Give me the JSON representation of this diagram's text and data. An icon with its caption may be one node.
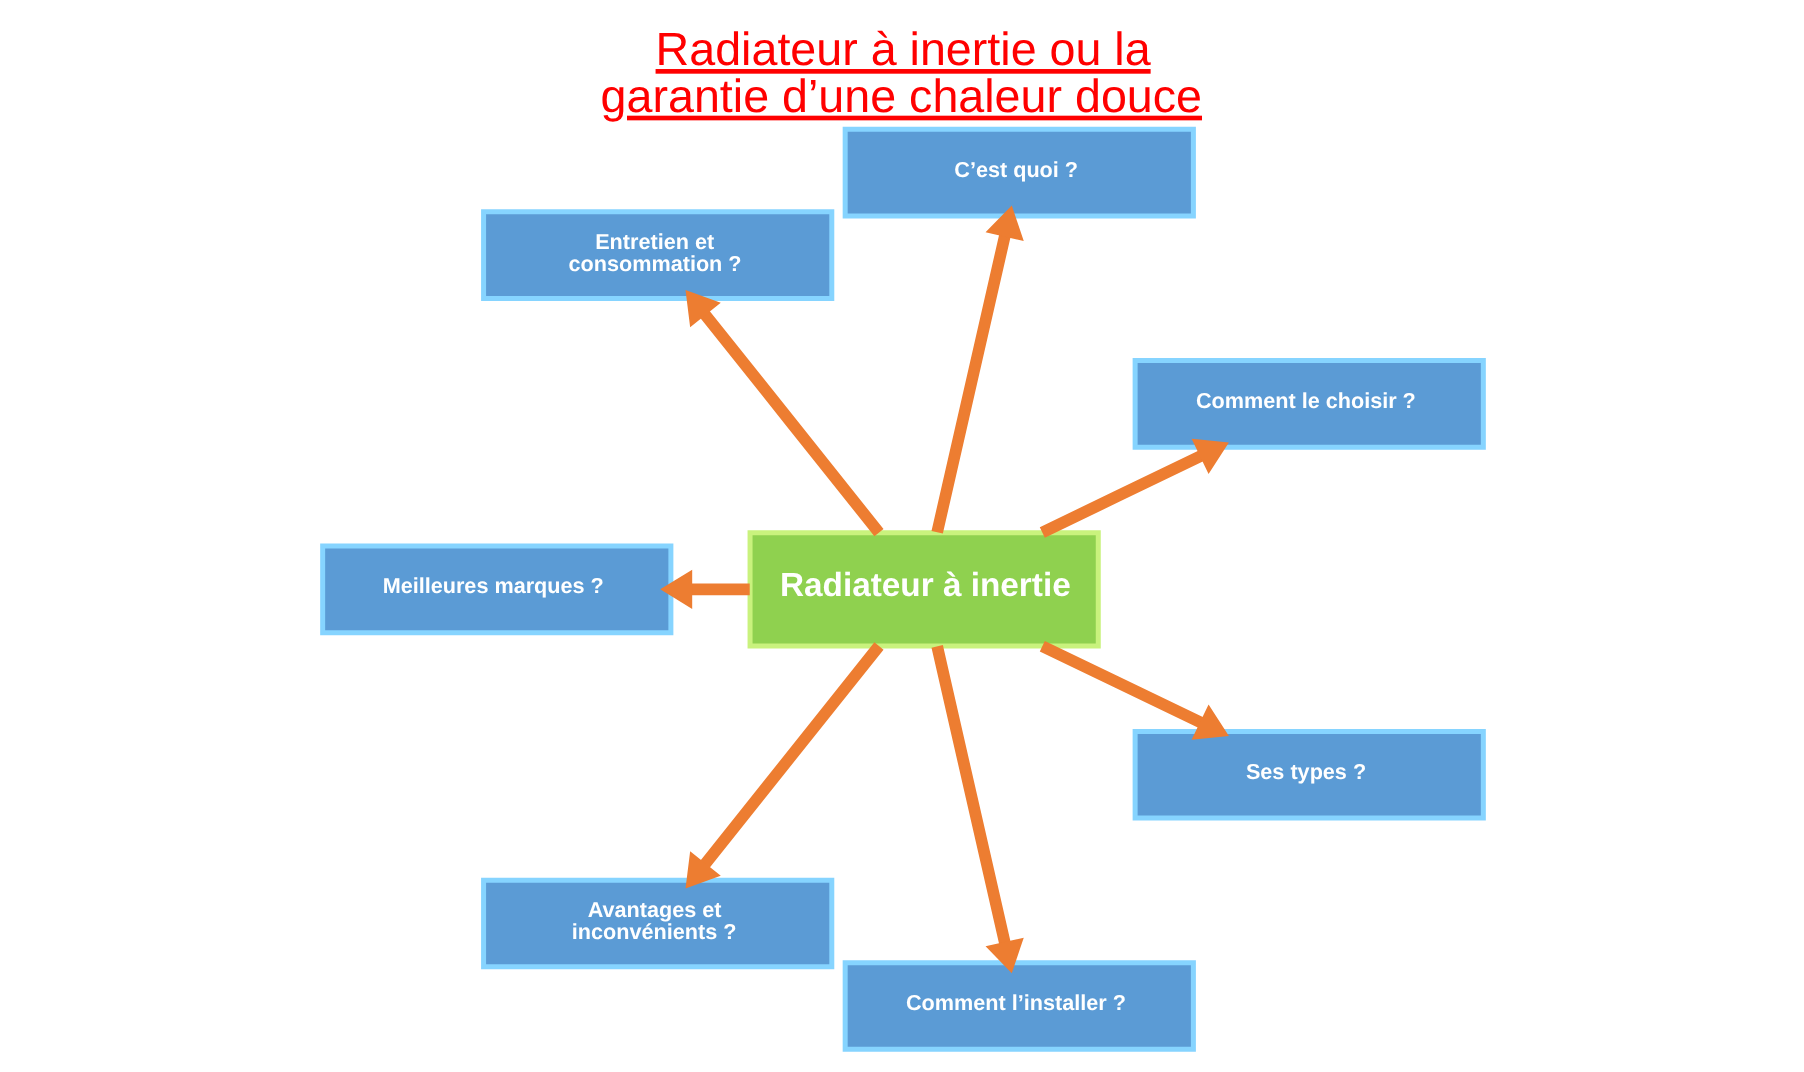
{
  "diagram": {
    "title": "Radiateur à inertie ou la garantie d’une chaleur douce",
    "nodes": [
      {
        "text": [
          "Entretien et consommation ?"
        ]
      },
      {
        "text": [
          "C’est quoi ?"
        ]
      },
      {
        "text": [
          "Comment le choisir ?"
        ]
      },
      {
        "text": [
          "Meilleures marques ?"
        ]
      },
      {
        "text": [
          "Radiateur à inertie"
        ]
      },
      {
        "text": [
          "Ses types ?"
        ]
      },
      {
        "text": [
          "Avantages et inconvénients ?"
        ]
      },
      {
        "text": [
          "Comment l’installer ?"
        ]
      }
    ],
    "edges": [
      {
        "from": 4,
        "to": 1,
        "arrow": "to"
      },
      {
        "from": 4,
        "to": 2,
        "arrow": "to"
      },
      {
        "from": 4,
        "to": 5,
        "arrow": "to"
      },
      {
        "from": 4,
        "to": 7,
        "arrow": "to"
      },
      {
        "from": 4,
        "to": 6,
        "arrow": "to"
      },
      {
        "from": 4,
        "to": 3,
        "arrow": "to"
      },
      {
        "from": 4,
        "to": 0,
        "arrow": "to"
      }
    ]
  }
}
